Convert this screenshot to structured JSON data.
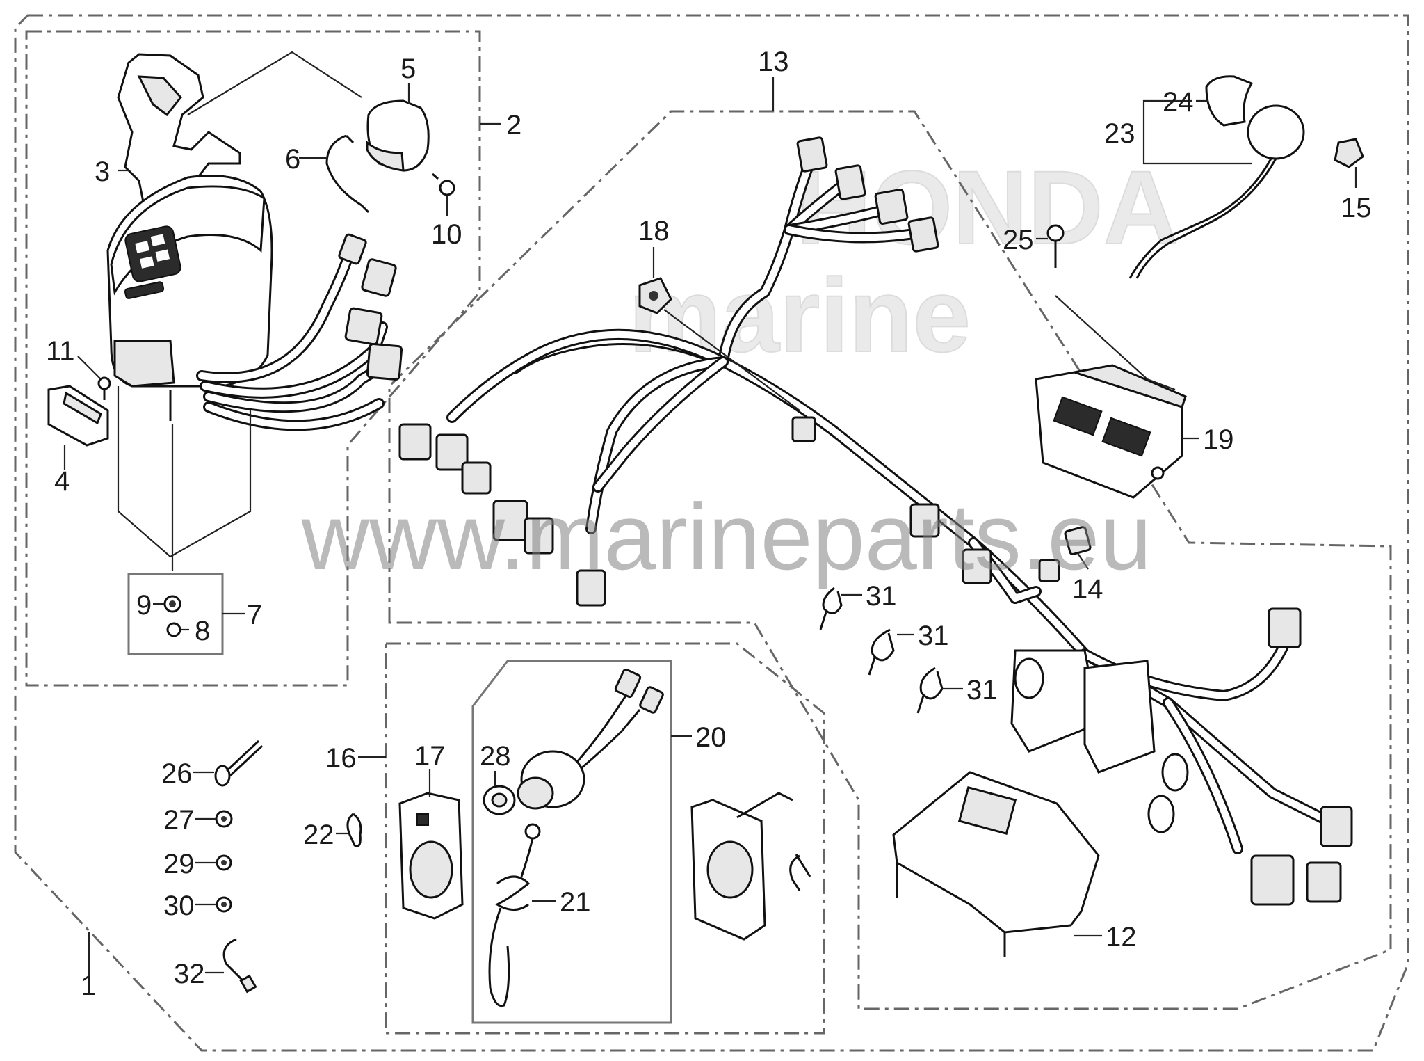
{
  "diagram": {
    "watermarks": {
      "brand_line1": "HONDA",
      "brand_line2": "marine",
      "url": "www.marineparts.eu"
    },
    "callouts": [
      "1",
      "2",
      "3",
      "4",
      "5",
      "6",
      "7",
      "8",
      "9",
      "10",
      "11",
      "12",
      "13",
      "14",
      "15",
      "16",
      "17",
      "18",
      "19",
      "20",
      "21",
      "22",
      "23",
      "24",
      "25",
      "26",
      "27",
      "28",
      "29",
      "30",
      "31",
      "31",
      "31",
      "32"
    ]
  }
}
